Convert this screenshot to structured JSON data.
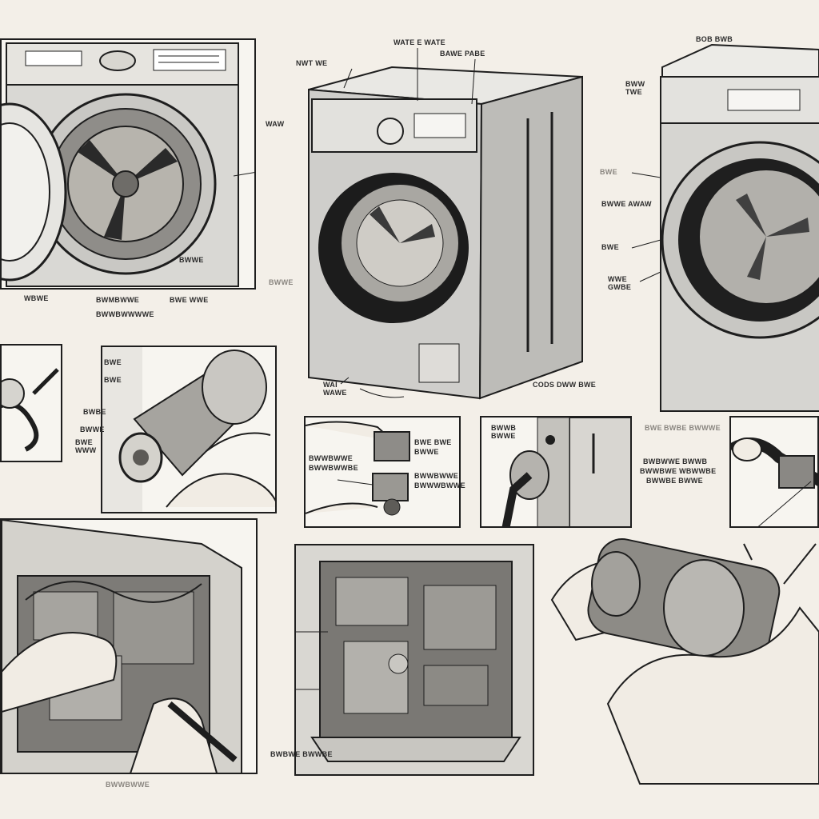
{
  "title": "",
  "colors": {
    "ink": "#1e1e1e",
    "paper": "#f7f5f0",
    "background": "#f3efe8",
    "steel": "#b9b9b9",
    "skin": "#f1ece4"
  },
  "labels": {
    "top_center_a": "WATE E WATE",
    "top_center_b": "BAWE PABE",
    "top_center_left": "NWT WE",
    "top_center_side": "WAW",
    "top_center_bottom": "WAI WAWE",
    "top_center_right": "CODS DWW BWE",
    "top_right_top": "BOB BWB",
    "top_right_side": "BWW TWE",
    "top_right_1": "BWE",
    "top_right_2": "BWWE AWAW",
    "top_right_3": "BWE",
    "top_right_4": "WWE GWBE",
    "top_left_below_1": "WBWE",
    "top_left_below_2": "BWMBWWE",
    "top_left_below_3": "BWWBWWWWE",
    "top_left_below_4": "BWE WWE",
    "top_left_side": "BWWE",
    "top_left_inner": "BWWE",
    "mid_left_1": "BWE",
    "mid_left_2": "BWE",
    "mid_left_3": "BWBE",
    "mid_left_4": "BWWE",
    "mid_left_5": "BWE WWW",
    "mid_center_1": "BWWBWWE",
    "mid_center_2": "BWWBWWBE",
    "mid_center_3": "BWE BWE",
    "mid_center_4": "BWWE",
    "mid_center_5": "BWWBWWE",
    "mid_center_6": "BWWWBWWE",
    "mid_right_1": "BWWB BWWE",
    "mid_right_2": "BWE",
    "mid_right_3": "BWBE BWWWE",
    "mid_right_4": "BWBWWE BWWB",
    "mid_right_5": "BWWBWE WBWWBE",
    "mid_right_6": "BWWBE BWWE",
    "bottom_center": "BWBWE BWWBE",
    "bottom_left": "BWWBWWE"
  }
}
